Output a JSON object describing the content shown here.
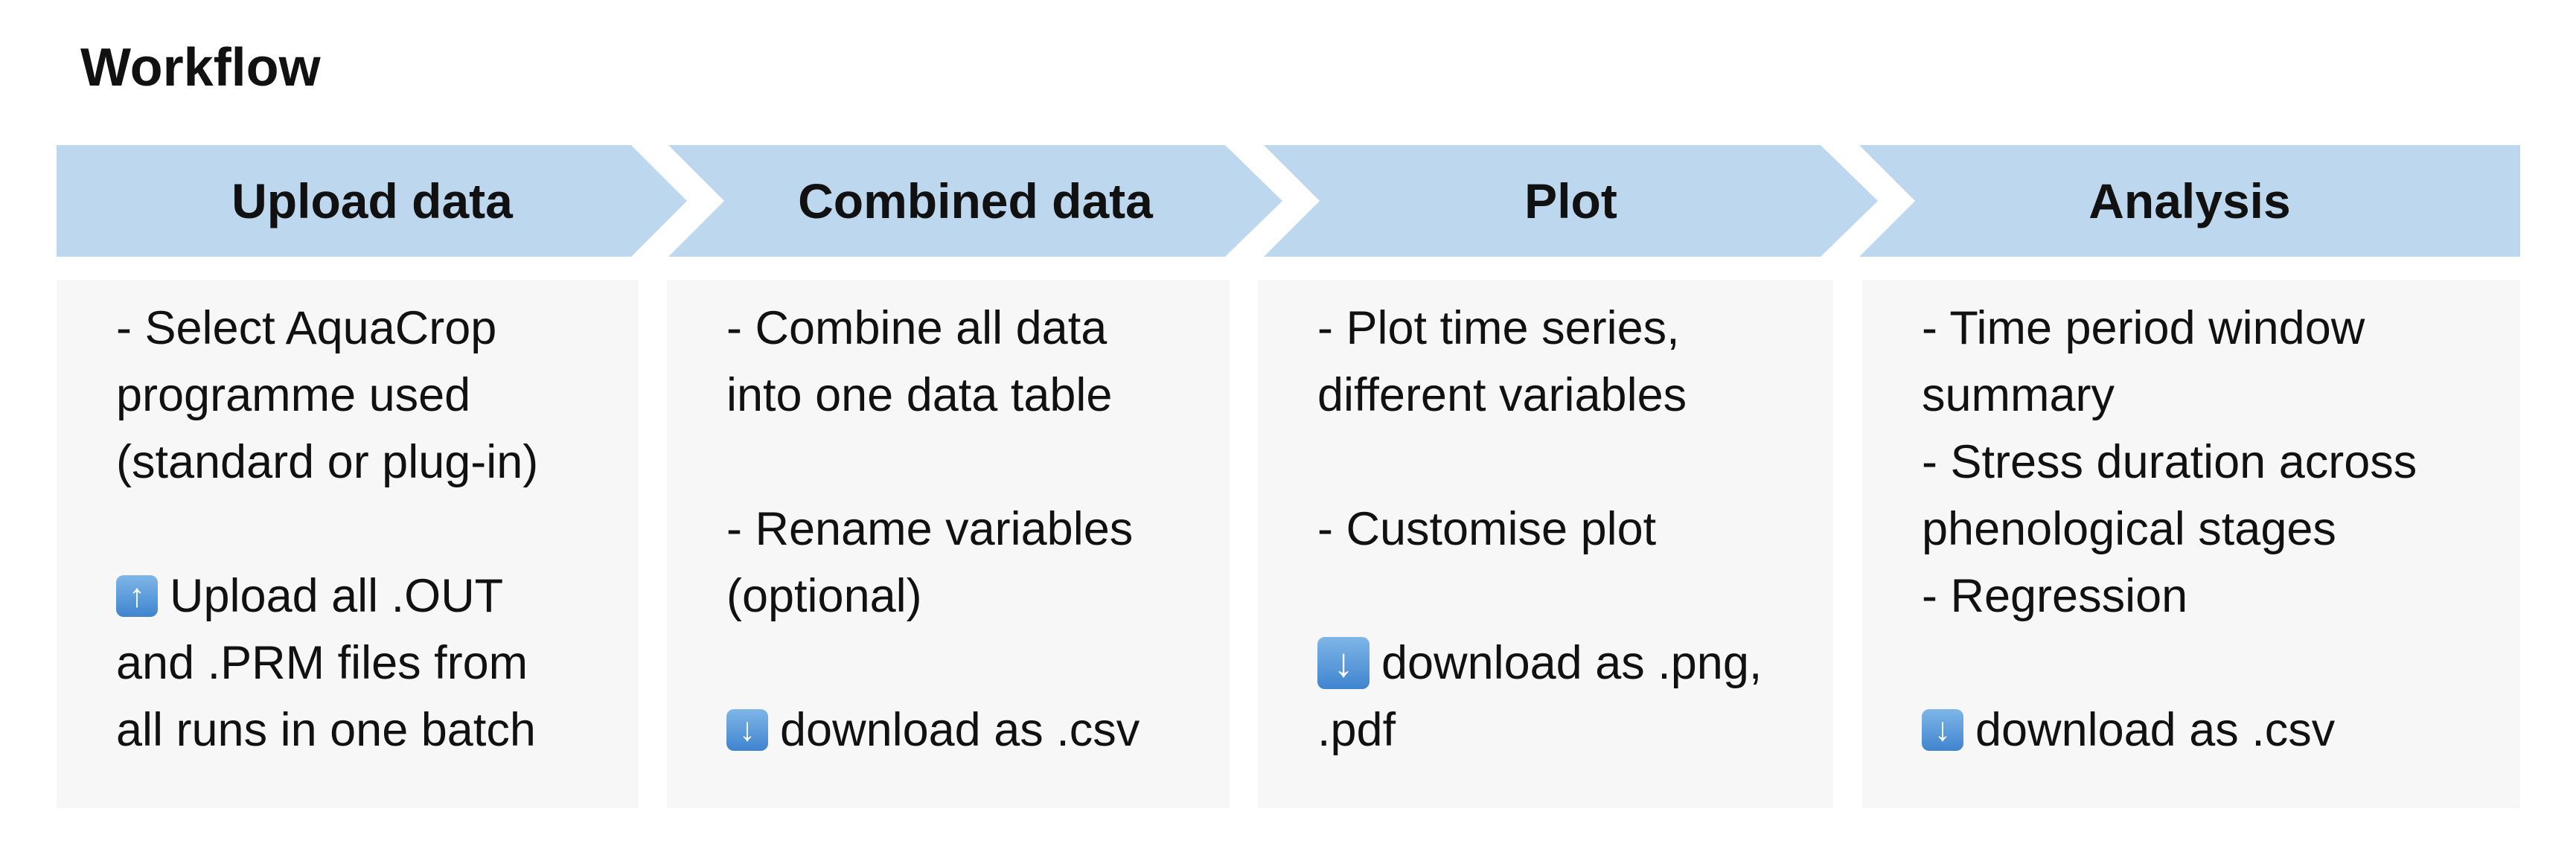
{
  "title": "Workflow",
  "stages": [
    {
      "label": "Upload data",
      "lines": [
        "- Select AquaCrop",
        "programme used",
        "(standard or plug-in)"
      ],
      "action_icon": "up-arrow-icon",
      "action_lines": [
        "Upload all .OUT",
        "and .PRM files from",
        "all runs in one batch"
      ]
    },
    {
      "label": "Combined data",
      "lines_a": [
        "- Combine all data",
        "into one data table"
      ],
      "lines_b": [
        "- Rename variables",
        "(optional)"
      ],
      "action_icon": "down-arrow-icon",
      "action_text": "download as .csv"
    },
    {
      "label": "Plot",
      "lines_a": [
        "- Plot time series,",
        "different variables"
      ],
      "lines_b": [
        "- Customise plot"
      ],
      "action_icon": "down-arrow-icon",
      "action_text": "download as .png,",
      "action_text_cont": ".pdf"
    },
    {
      "label": "Analysis",
      "lines": [
        "- Time period window",
        "summary",
        "- Stress duration across",
        "phenological stages",
        "- Regression"
      ],
      "action_icon": "down-arrow-icon",
      "action_text": "download as .csv"
    }
  ],
  "colors": {
    "chevron": "#bdd7ee",
    "box": "#f7f7f7",
    "icon": "#3f84cf"
  }
}
